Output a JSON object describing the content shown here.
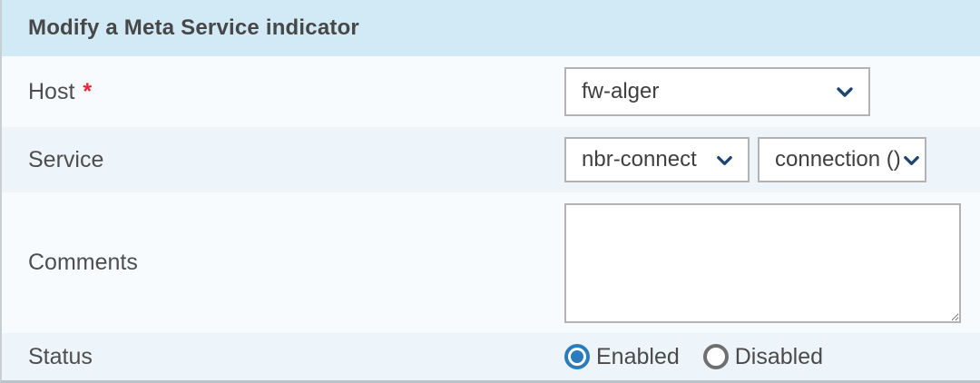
{
  "panel": {
    "title": "Modify a Meta Service indicator"
  },
  "rows": {
    "host": {
      "label": "Host",
      "required_marker": "*",
      "select": {
        "value": "fw-alger",
        "icon": "chevron-down-icon"
      }
    },
    "service": {
      "label": "Service",
      "service_select": {
        "value": "nbr-connect",
        "icon": "chevron-down-icon"
      },
      "metric_select": {
        "value": "connection ()",
        "icon": "chevron-down-icon"
      }
    },
    "comments": {
      "label": "Comments",
      "textarea_value": ""
    },
    "status": {
      "label": "Status",
      "options": [
        {
          "label": "Enabled",
          "selected": true
        },
        {
          "label": "Disabled",
          "selected": false
        }
      ]
    }
  },
  "colors": {
    "header_bg": "#d2eaf6",
    "row_light": "#f7fbfe",
    "row_shaded": "#edf5fb",
    "accent_blue": "#2c7cbd",
    "chevron": "#1e4471",
    "required_red": "#f41f33",
    "border_gray": "#b3b3b3"
  }
}
